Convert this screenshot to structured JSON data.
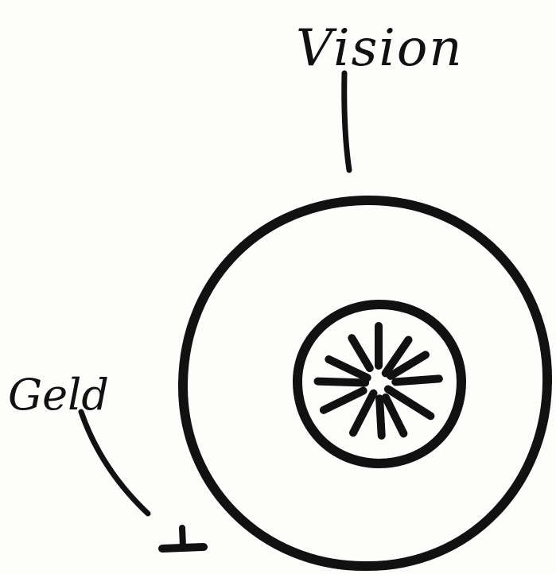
{
  "labels": {
    "top": "Vision",
    "left": "Geld"
  },
  "colors": {
    "ink": "#111111",
    "paper": "#fdfdfc"
  },
  "diagram": {
    "spoke_count": 12,
    "elements": [
      "outer-circle",
      "inner-circle",
      "radial-spokes",
      "baseline-marker"
    ]
  }
}
